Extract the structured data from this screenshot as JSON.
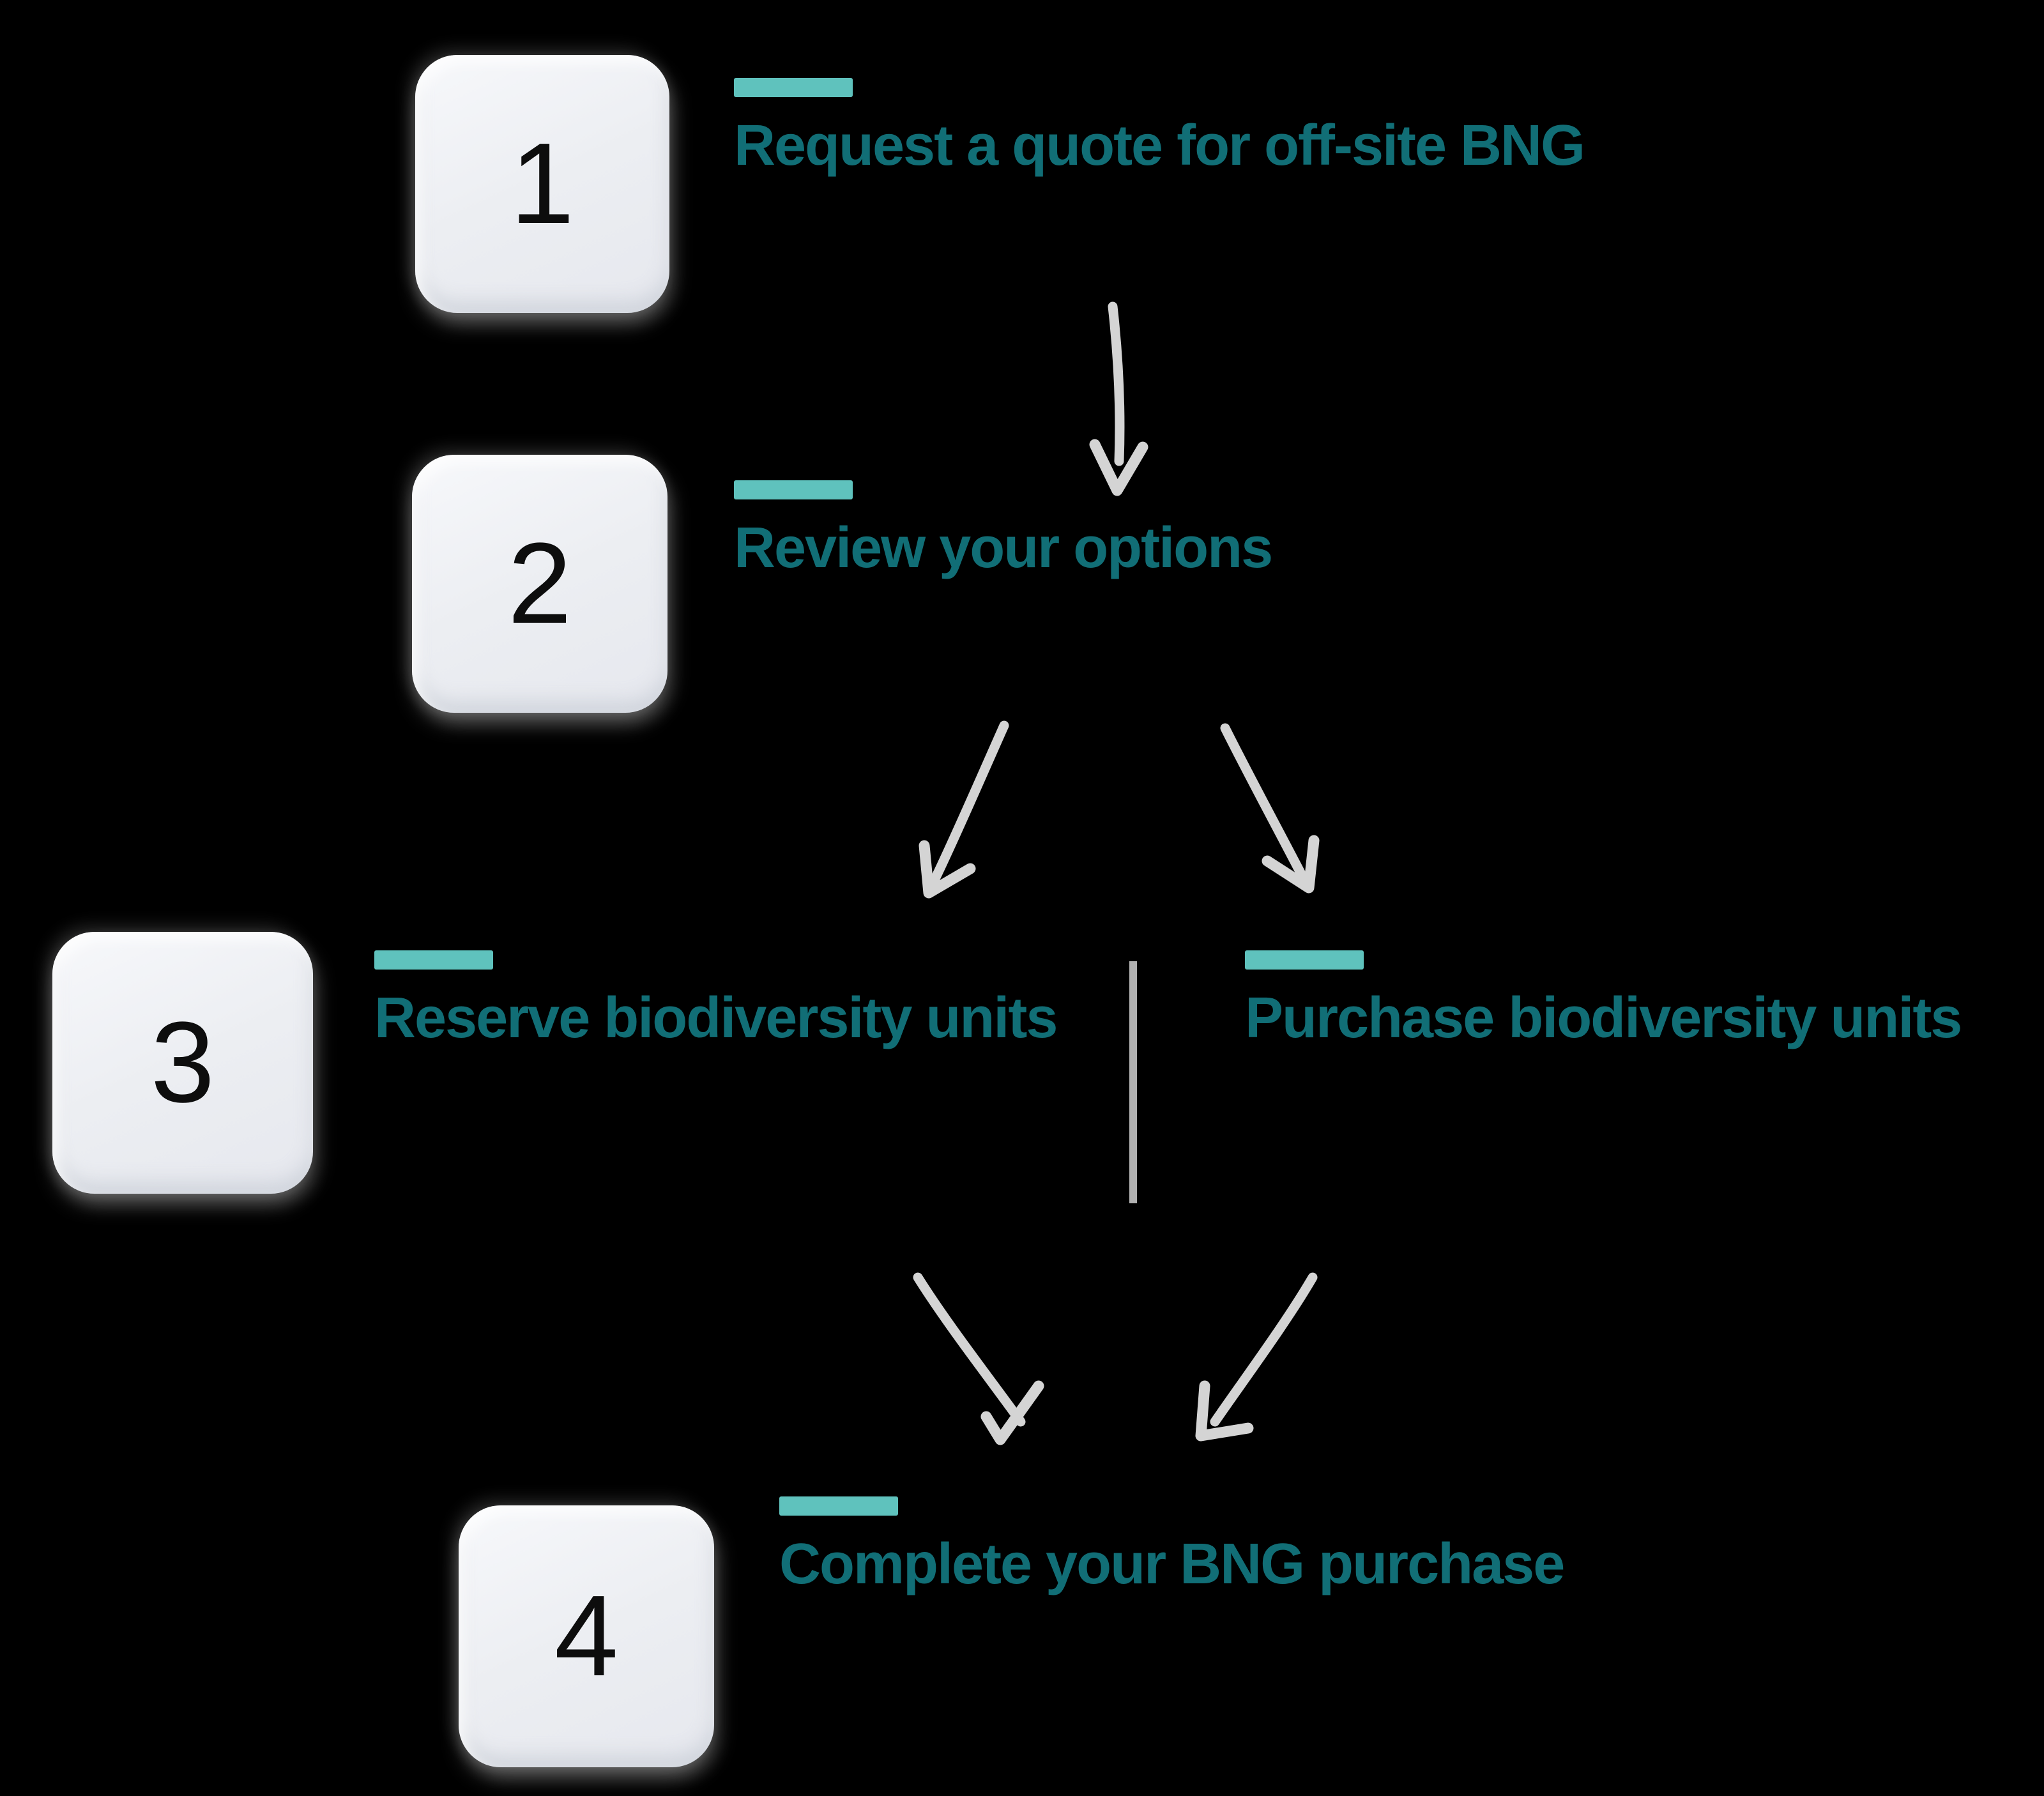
{
  "canvas": {
    "bg": "#000000",
    "accent_bar": "#5fc2bd",
    "heading_color": "#116e76",
    "arrow_color": "#d4d4d4",
    "line_color": "#b1b1b1",
    "number_color": "#0d0d0d",
    "box_fill": "#eceef2"
  },
  "diagram": {
    "steps": [
      {
        "number": "1",
        "title": "Request a quote for off-site BNG"
      },
      {
        "number": "2",
        "title": "Review your options"
      },
      {
        "number": "3",
        "title": "Reserve biodiversity units",
        "title_secondary": "Purchase biodiversity units"
      },
      {
        "number": "4",
        "title": "Complete your BNG purchase"
      }
    ]
  }
}
